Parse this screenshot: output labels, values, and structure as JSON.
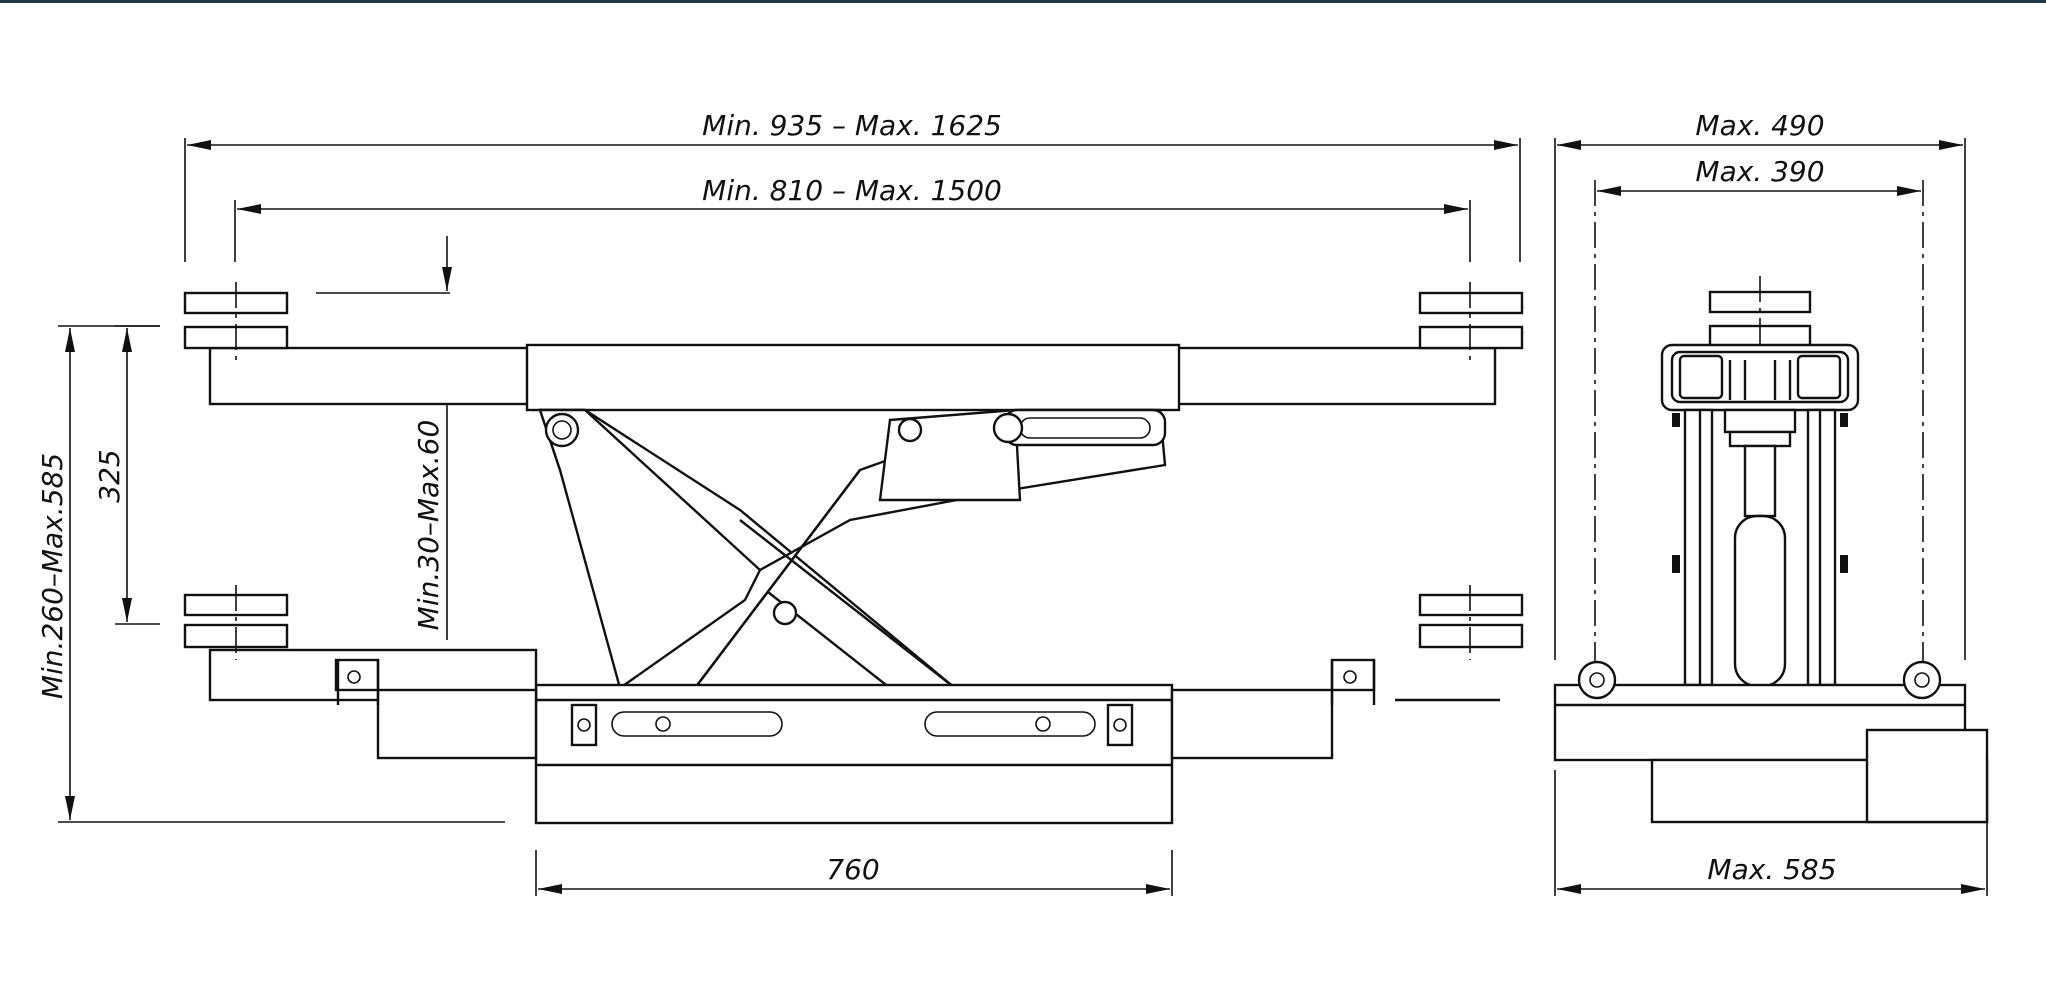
{
  "drawing": {
    "dimensions": {
      "overall_arm_span": "Min. 935  –  Max. 1625",
      "pad_center_span": "Min. 810  –  Max. 1500",
      "lift_height": "Min.260–Max.585",
      "stroke": "325",
      "pad_adjust": "Min.30–Max.60",
      "base_width": "760",
      "side_outer_width": "Max. 490",
      "side_inner_width": "Max. 390",
      "side_base_width": "Max. 585"
    }
  }
}
